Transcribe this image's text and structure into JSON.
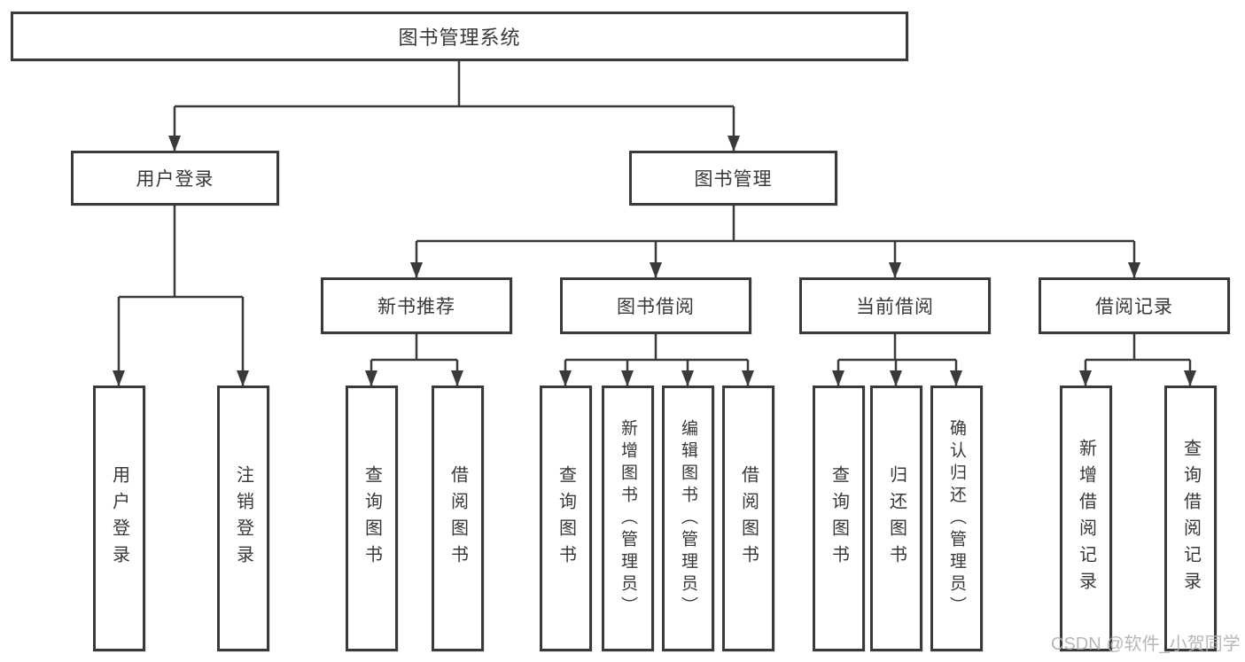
{
  "diagram": {
    "title": "图书管理系统",
    "type": "hierarchy-diagram",
    "colors": {
      "border": "#3a3a3a",
      "text": "#383838",
      "line": "#3a3a3a",
      "watermark": "#b0b0b0",
      "background": "#ffffff"
    },
    "watermark": "CSDN @软件_小贺同学",
    "tree": {
      "root": "图书管理系统",
      "branches": [
        {
          "label": "用户登录",
          "children": [
            "用户登录",
            "注销登录"
          ]
        },
        {
          "label": "图书管理",
          "groups": [
            {
              "label": "新书推荐",
              "children": [
                "查询图书",
                "借阅图书"
              ]
            },
            {
              "label": "图书借阅",
              "children": [
                "查询图书",
                "新增图书（管理员）",
                "编辑图书（管理员）",
                "借阅图书"
              ]
            },
            {
              "label": "当前借阅",
              "children": [
                "查询图书",
                "归还图书",
                "确认归还（管理员）"
              ]
            },
            {
              "label": "借阅记录",
              "children": [
                "新增借阅记录",
                "查询借阅记录"
              ]
            }
          ]
        }
      ]
    }
  }
}
